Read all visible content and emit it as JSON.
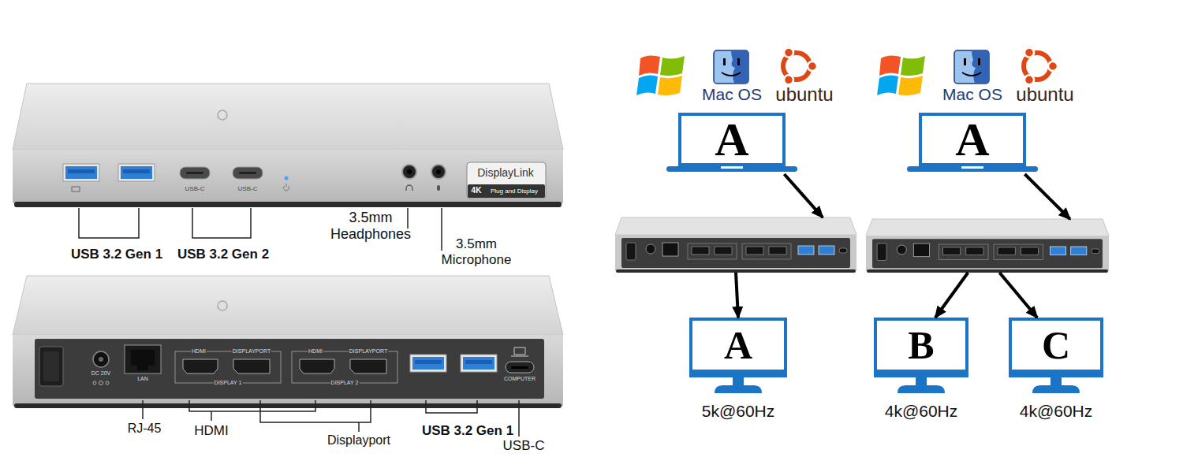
{
  "diagram": {
    "nodes": [
      {
        "text": [
          "A"
        ]
      },
      {
        "text": []
      },
      {
        "text": [
          "A",
          "5k@60Hz"
        ]
      },
      {
        "text": [
          "A"
        ]
      },
      {
        "text": []
      },
      {
        "text": [
          "B",
          "4k@60Hz"
        ]
      },
      {
        "text": [
          "C",
          "4k@60Hz"
        ]
      }
    ],
    "edges": [
      {
        "from": 0,
        "to": 1,
        "arrow": "to"
      },
      {
        "from": 1,
        "to": 2,
        "arrow": "to"
      },
      {
        "from": 3,
        "to": 4,
        "arrow": "to"
      },
      {
        "from": 4,
        "to": 5,
        "arrow": "to"
      },
      {
        "from": 4,
        "to": 6,
        "arrow": "to"
      }
    ],
    "labels": [
      "USB 3.2 Gen 1",
      "USB 3.2 Gen 2",
      "3.5mm Headphones",
      "3.5mm Microphone",
      "USB-C",
      "USB-C",
      "DisplayLink",
      "4K",
      "Plug and Display",
      "DC 20V",
      "LAN",
      "HDMI",
      "DISPLAYPORT",
      "DISPLAY 1",
      "HDMI",
      "DISPLAYPORT",
      "DISPLAY 2",
      "COMPUTER",
      "RJ-45",
      "HDMI",
      "Displayport",
      "USB 3.2 Gen 1",
      "USB-C",
      "Mac OS",
      "ubuntu",
      "Mac OS",
      "ubuntu"
    ]
  }
}
